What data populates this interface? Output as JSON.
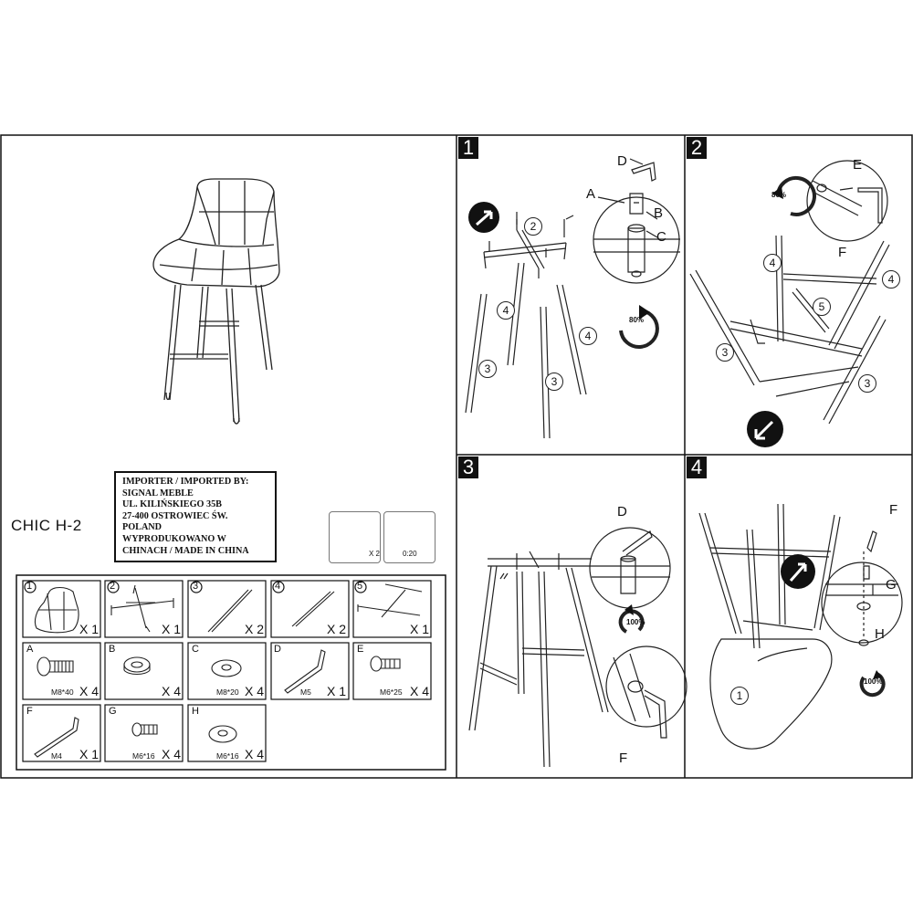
{
  "product": {
    "name": "CHIC H-2"
  },
  "importer": {
    "lines": [
      "IMPORTER / IMPORTED BY:",
      "SIGNAL MEBLE",
      "UL. KILIŃSKIEGO 35B",
      "27-400 OSTROWIEC ŚW.",
      "POLAND",
      "WYPRODUKOWANO W",
      "CHINACH / MADE IN CHINA"
    ]
  },
  "assembly_hints": {
    "people": "X 2",
    "time": "0:20"
  },
  "parts": [
    {
      "id": "1",
      "qty": "X 1"
    },
    {
      "id": "2",
      "qty": "X 1"
    },
    {
      "id": "3",
      "qty": "X 2"
    },
    {
      "id": "4",
      "qty": "X 2"
    },
    {
      "id": "5",
      "qty": "X 1"
    },
    {
      "id": "A",
      "spec": "M8*40",
      "qty": "X 4"
    },
    {
      "id": "B",
      "spec": "",
      "qty": "X 4"
    },
    {
      "id": "C",
      "spec": "M8*20",
      "qty": "X 4"
    },
    {
      "id": "D",
      "spec": "M5",
      "qty": "X 1"
    },
    {
      "id": "E",
      "spec": "M6*25",
      "qty": "X 4"
    },
    {
      "id": "F",
      "spec": "M4",
      "qty": "X 1"
    },
    {
      "id": "G",
      "spec": "M6*16",
      "qty": "X 4"
    },
    {
      "id": "H",
      "spec": "M6*16",
      "qty": "X 4"
    }
  ],
  "steps": [
    {
      "number": "1",
      "callouts": {
        "d": "D",
        "a": "A",
        "b": "B",
        "c": "C"
      },
      "nums": {
        "two": "2",
        "four_a": "4",
        "four_b": "4",
        "three_a": "3",
        "three_b": "3"
      },
      "rotation": "80%"
    },
    {
      "number": "2",
      "callouts": {
        "e": "E",
        "f": "F"
      },
      "nums": {
        "four_a": "4",
        "four_b": "4",
        "five": "5",
        "three_a": "3",
        "three_b": "3"
      },
      "rotation": "80%"
    },
    {
      "number": "3",
      "callouts": {
        "d": "D",
        "f": "F"
      },
      "rotation": "100%"
    },
    {
      "number": "4",
      "callouts": {
        "f": "F",
        "g": "G",
        "h": "H"
      },
      "nums": {
        "one": "1"
      },
      "rotation": "100%"
    }
  ]
}
